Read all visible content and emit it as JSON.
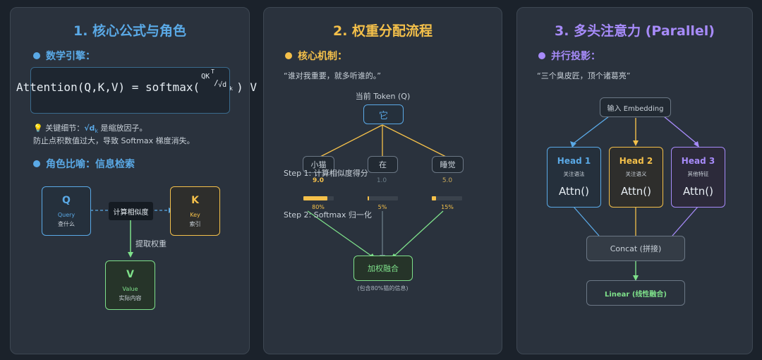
{
  "colors": {
    "blue": "#5aa9e6",
    "yellow": "#f4c04a",
    "purple": "#a78bfa",
    "green": "#7ee08a"
  },
  "panel1": {
    "title": "1. 核心公式与角色",
    "section1": "数学引擎：",
    "formula": {
      "lhs": "Attention(Q,K,V) = softmax(",
      "num": "QK",
      "sup": "T",
      "den": "√d",
      "den_sub": "k",
      "rhs": ") V"
    },
    "tip_prefix": "💡 关键细节：",
    "tip_sym": "√d",
    "tip_sym_sub": "k",
    "tip_suffix": " 是缩放因子。",
    "tip_line2": "防止点积数值过大，导致 Softmax 梯度消失。",
    "section2": "角色比喻：信息检索",
    "q": {
      "letter": "Q",
      "en": "Query",
      "zh": "查什么"
    },
    "k": {
      "letter": "K",
      "en": "Key",
      "zh": "索引"
    },
    "v": {
      "letter": "V",
      "en": "Value",
      "zh": "实际内容"
    },
    "calc_label": "计算相似度",
    "extract_label": "提取权重"
  },
  "panel2": {
    "title": "2. 权重分配流程",
    "section": "核心机制：",
    "quote": "“谁对我重要，就多听谁的。”",
    "current_label": "当前 Token (Q)",
    "current_token": "它",
    "step1": "Step 1: 计算相似度得分",
    "step2": "Step 2: Softmax 归一化",
    "tokens": [
      {
        "word": "小猫",
        "score": "9.0",
        "weight": 0.8,
        "weight_label": "80%"
      },
      {
        "word": "在",
        "score": "1.0",
        "weight": 0.05,
        "weight_label": "5%"
      },
      {
        "word": "睡觉",
        "score": "5.0",
        "weight": 0.15,
        "weight_label": "15%"
      }
    ],
    "fusion": "加权融合",
    "fusion_note": "(包含80%猫的信息)"
  },
  "panel3": {
    "title": "3. 多头注意力 (Parallel)",
    "section": "并行投影：",
    "quote": "“三个臭皮匠，顶个诸葛亮”",
    "input": "输入 Embedding",
    "heads": [
      {
        "name": "Head 1",
        "desc": "关注语法",
        "op": "Attn()"
      },
      {
        "name": "Head 2",
        "desc": "关注语义",
        "op": "Attn()"
      },
      {
        "name": "Head 3",
        "desc": "其他特征",
        "op": "Attn()"
      }
    ],
    "concat": "Concat (拼接)",
    "linear": "Linear (线性融合)"
  }
}
